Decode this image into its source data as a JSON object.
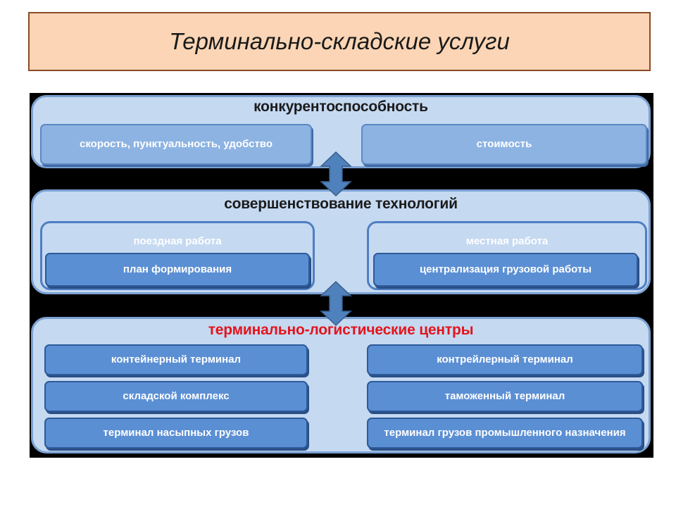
{
  "title": "Терминально-складские услуги",
  "diagram": {
    "top_panel": {
      "title": "конкурентоспособность",
      "items": [
        "скорость, пунктуальность, удобство",
        "стоимость"
      ]
    },
    "middle_panel": {
      "title": "совершенствование технологий",
      "left": {
        "title": "поездная работа",
        "item": "план формирования"
      },
      "right": {
        "title": "местная работа",
        "item": "централизация грузовой работы"
      }
    },
    "bottom_panel": {
      "title": "терминально-логистические центры",
      "left_items": [
        "контейнерный терминал",
        "складской комплекс",
        "терминал насыпных грузов"
      ],
      "right_items": [
        "контрейлерный терминал",
        "таможенный терминал",
        "терминал грузов промышленного назначения"
      ]
    },
    "colors": {
      "panel_fill": "#c5d9f1",
      "box_fill": "#5b8fd4",
      "highlight_title": "#e4141b",
      "title_box_fill": "#fbd5b5",
      "arrow_fill": "#4f81bd"
    }
  }
}
